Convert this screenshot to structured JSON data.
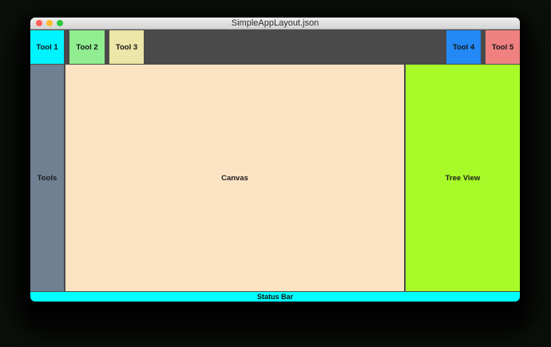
{
  "window": {
    "title": "SimpleAppLayout.json",
    "traffic_lights": {
      "close_color": "#ff5f57",
      "minimize_color": "#febc2e",
      "zoom_color": "#2bc840"
    }
  },
  "toolbar": {
    "background": "#4a4a4a",
    "buttons": [
      {
        "label": "Tool 1",
        "color": "#00f4ff"
      },
      {
        "label": "Tool 2",
        "color": "#90ee90"
      },
      {
        "label": "Tool 3",
        "color": "#ece6a8"
      },
      {
        "label": "Tool 4",
        "color": "#2389f4"
      },
      {
        "label": "Tool 5",
        "color": "#ef8181"
      }
    ]
  },
  "panels": {
    "sidebar": {
      "label": "Tools",
      "color": "#6e8091"
    },
    "canvas": {
      "label": "Canvas",
      "color": "#fce3c4"
    },
    "tree_view": {
      "label": "Tree View",
      "color": "#a8fb28"
    },
    "status_bar": {
      "label": "Status Bar",
      "color": "#00ffff"
    }
  }
}
